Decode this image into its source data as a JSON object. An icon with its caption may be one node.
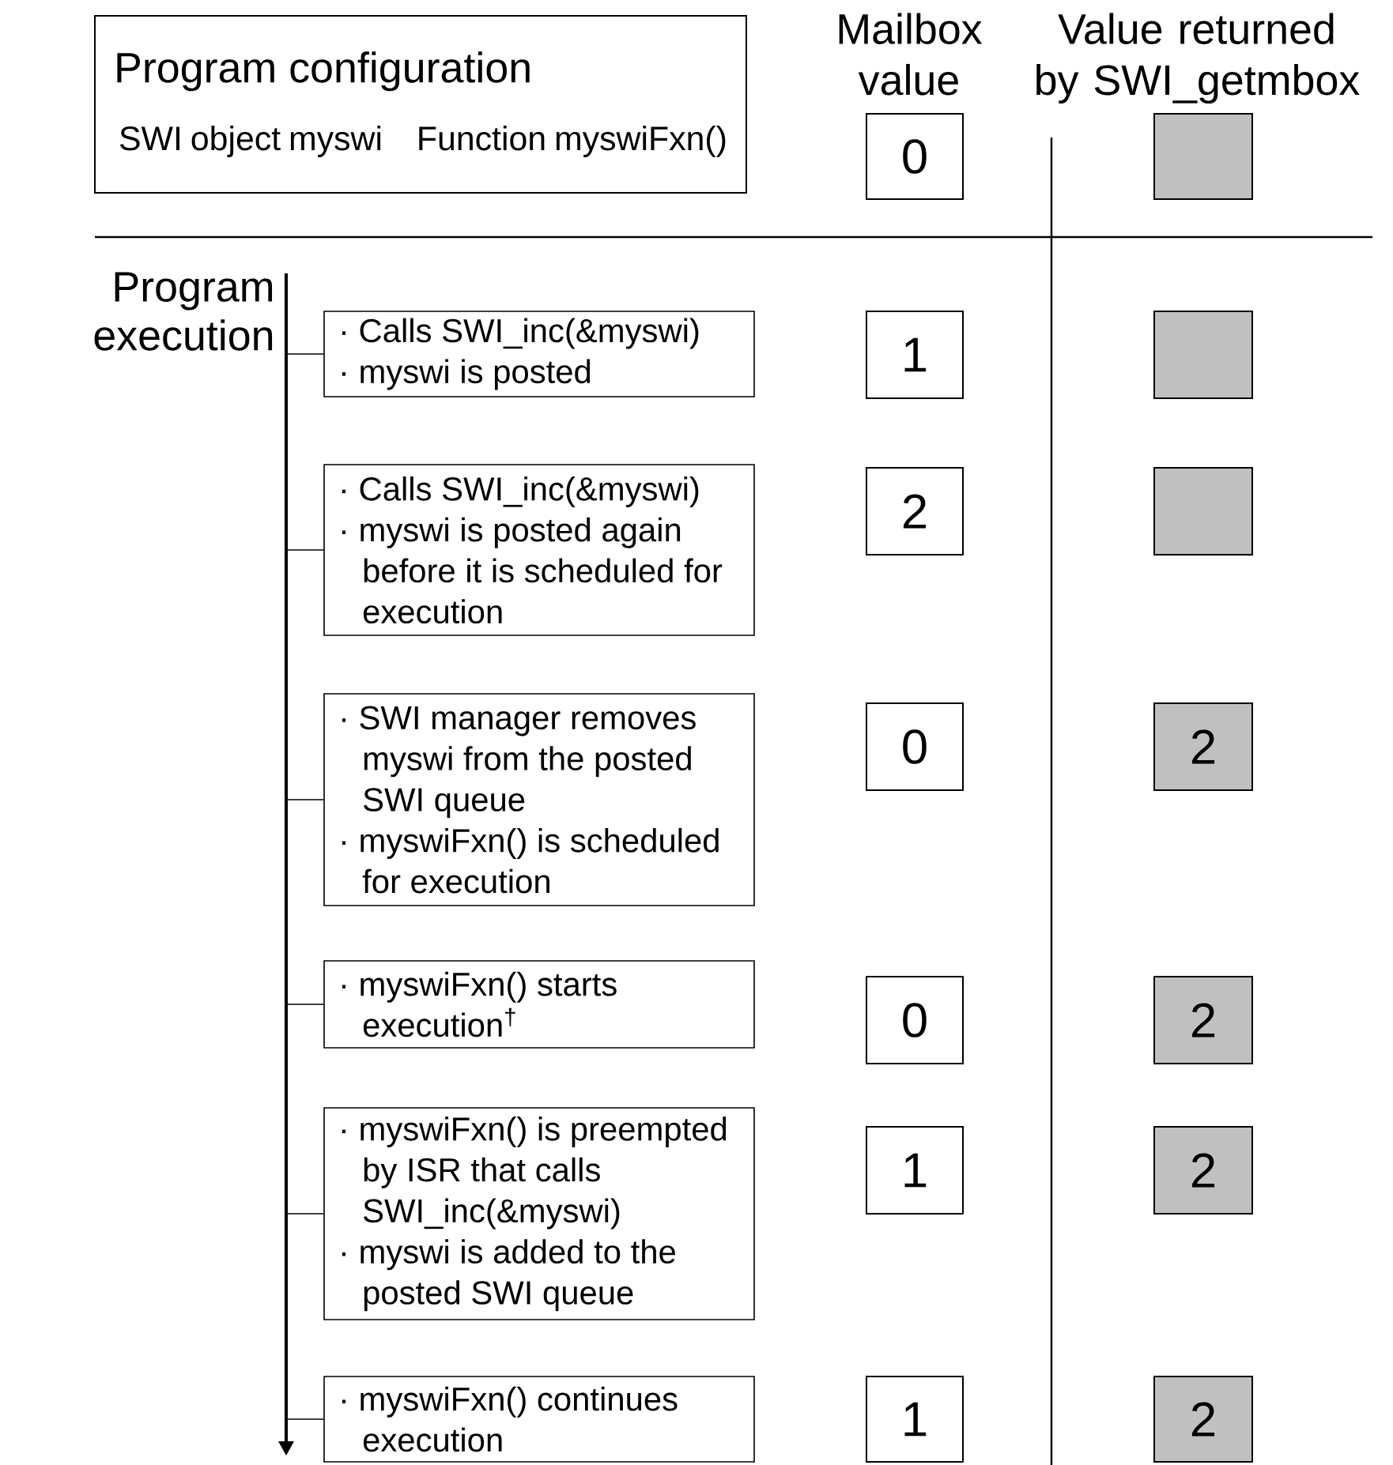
{
  "diagram": {
    "nodes": [
      {
        "text": [
          "Program configuration",
          "SWI object myswi",
          "Function myswiFxn()"
        ]
      },
      {
        "text": [
          "0"
        ]
      },
      {
        "text": [],
        "shape": "box"
      },
      {
        "text": [
          "· Calls SWI_inc(&myswi)",
          "· myswi is posted"
        ]
      },
      {
        "text": [
          "1"
        ]
      },
      {
        "text": [],
        "shape": "box"
      },
      {
        "text": [
          "· Calls SWI_inc(&myswi)",
          "· myswi is posted again before it is scheduled for execution"
        ]
      },
      {
        "text": [
          "2"
        ]
      },
      {
        "text": [],
        "shape": "box"
      },
      {
        "text": [
          "· SWI manager removes myswi from the posted SWI queue",
          "· myswiFxn() is scheduled for execution"
        ]
      },
      {
        "text": [
          "0"
        ]
      },
      {
        "text": [
          "2"
        ]
      },
      {
        "text": [
          "· myswiFxn() starts execution$^{†}$"
        ]
      },
      {
        "text": [
          "0"
        ]
      },
      {
        "text": [
          "2"
        ]
      },
      {
        "text": [
          "· myswiFxn() is preempted by ISR that calls SWI_inc(&myswi)",
          "· myswi is added to the posted SWI queue"
        ]
      },
      {
        "text": [
          "1"
        ]
      },
      {
        "text": [
          "2"
        ]
      },
      {
        "text": [
          "· myswiFxn() continues execution"
        ]
      },
      {
        "text": [
          "1"
        ]
      },
      {
        "text": [
          "2"
        ]
      },
      {
        "text": [],
        "shape": "bar"
      }
    ],
    "edges": [
      {
        "from": 21,
        "to": 3,
        "arrow": "none"
      },
      {
        "from": 21,
        "to": 6,
        "arrow": "none"
      },
      {
        "from": 21,
        "to": 9,
        "arrow": "none"
      },
      {
        "from": 21,
        "to": 12,
        "arrow": "none"
      },
      {
        "from": 21,
        "to": 15,
        "arrow": "none"
      },
      {
        "from": 21,
        "to": 18,
        "arrow": "none"
      }
    ],
    "labels": [
      "Mailbox value",
      "Value returned by SWI_getmbox",
      "Program execution"
    ]
  }
}
